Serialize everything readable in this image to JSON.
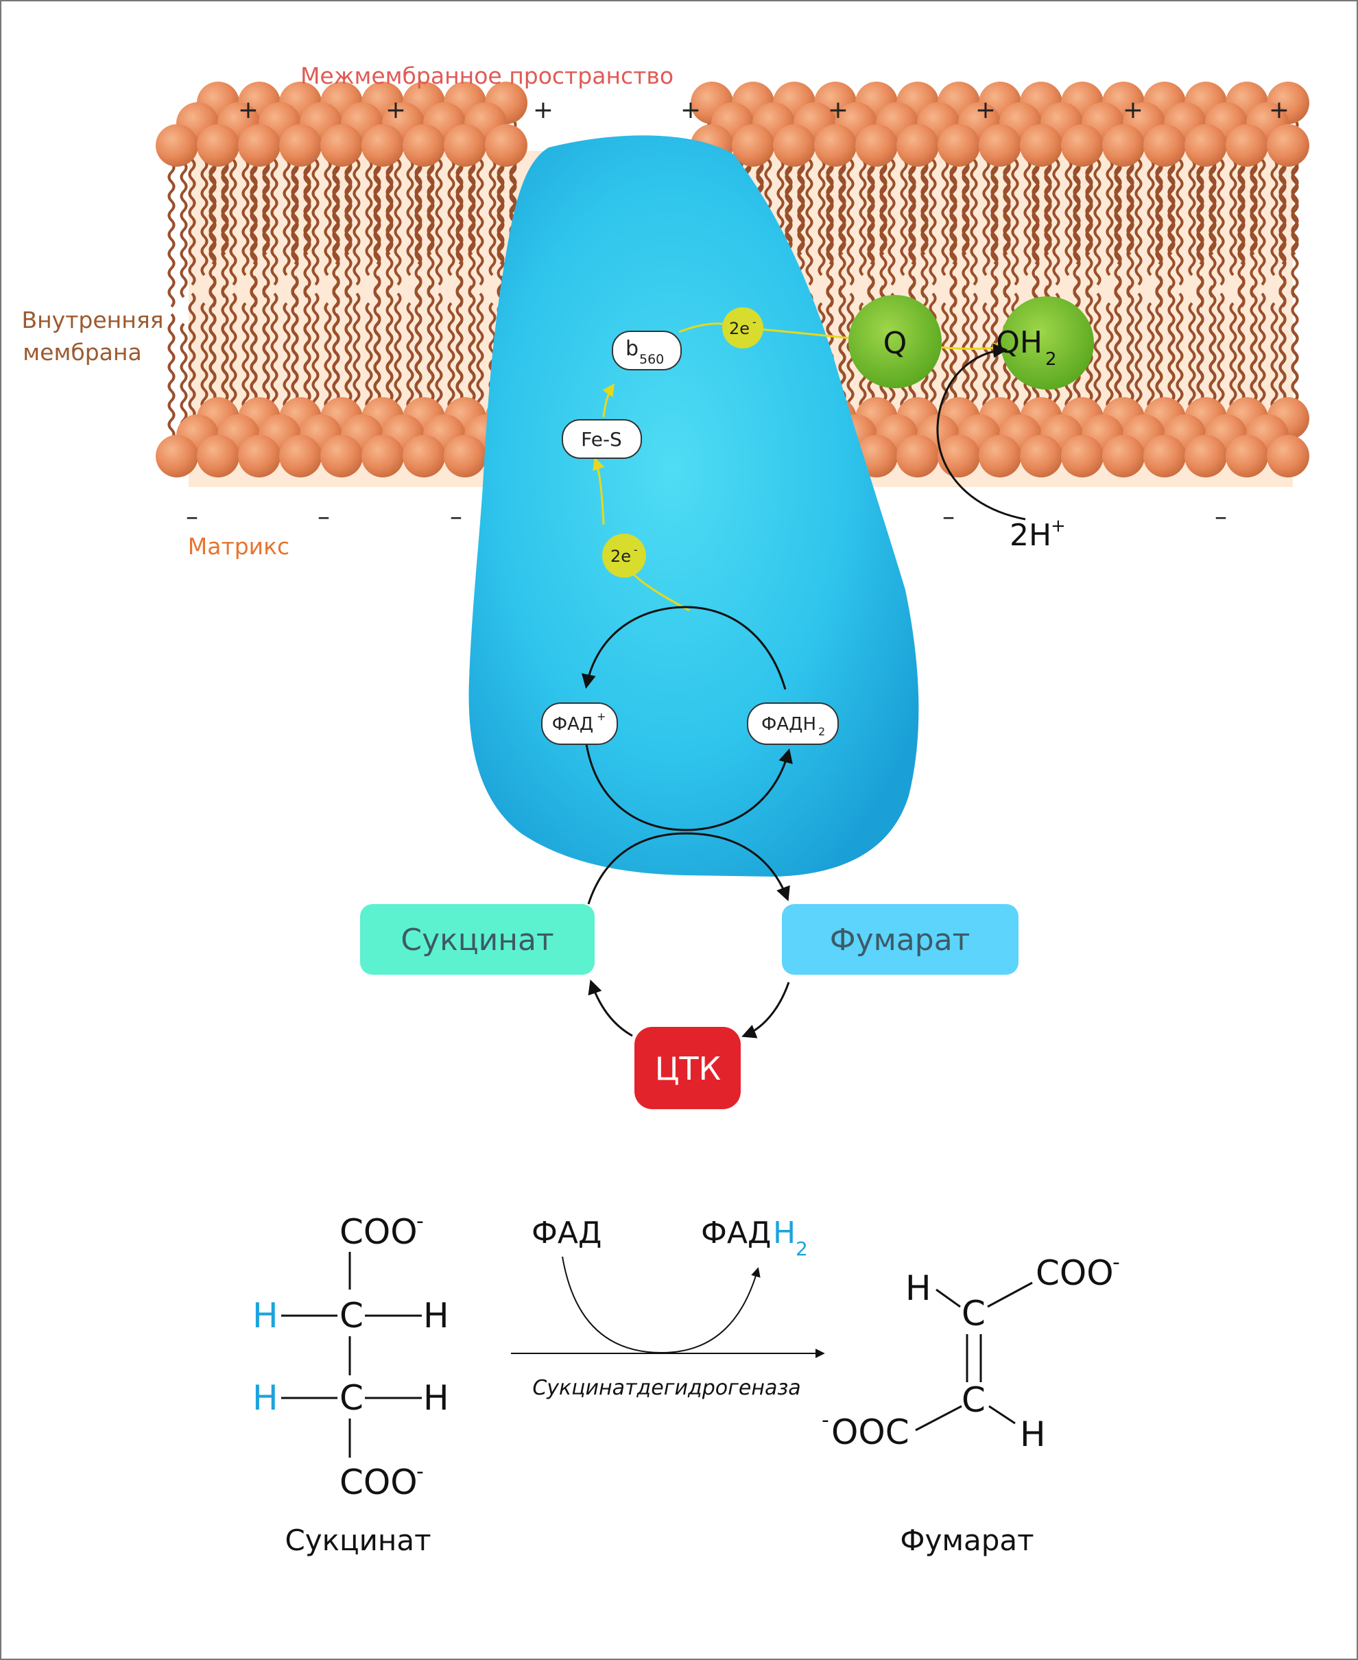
{
  "membrane": {
    "intermembrane_label": "Межмембранное пространство",
    "inner_membrane_label_line1": "Внутренняя",
    "inner_membrane_label_line2": "мембрана",
    "matrix_label": "Матрикс",
    "plus_sign": "+",
    "minus_sign": "–"
  },
  "complex": {
    "b560": "b",
    "b560_sub": "560",
    "fes": "Fe-S",
    "electrons": "2e",
    "electron_sup": "-",
    "fad_plus": "ФАД",
    "fad_plus_sup": "+",
    "fadh2": "ФАДН",
    "fadh2_sub": "2"
  },
  "quinone": {
    "q": "Q",
    "qh2": "QH",
    "qh2_sub": "2",
    "protons": "2H",
    "protons_sup": "+"
  },
  "cycle": {
    "succinate": "Сукцинат",
    "fumarate": "Фумарат",
    "tca": "ЦТК"
  },
  "reaction": {
    "coo": "COO",
    "coo_sup": "-",
    "c": "C",
    "h": "H",
    "ooc": "OOC",
    "ooc_sup": "-",
    "fad": "ФАД",
    "fadh2": "ФАД",
    "fadh2_h": "H",
    "fadh2_sub": "2",
    "enzyme": "Сукцинатдегидрогеназа",
    "succinate_name": "Сукцинат",
    "fumarate_name": "Фумарат"
  },
  "colors": {
    "lipid_head": "#e8895a",
    "lipid_tail": "#9a4f2c",
    "membrane_bg": "#fde9d5",
    "protein": "#2bbde6",
    "electron_carrier": "#d8dc2c",
    "quinone": "#72bd2a",
    "succinate_box": "#5cf2cf",
    "fumarate_box": "#5cd4fc",
    "tca_box": "#e3232b",
    "highlight_h": "#1ba3de"
  }
}
